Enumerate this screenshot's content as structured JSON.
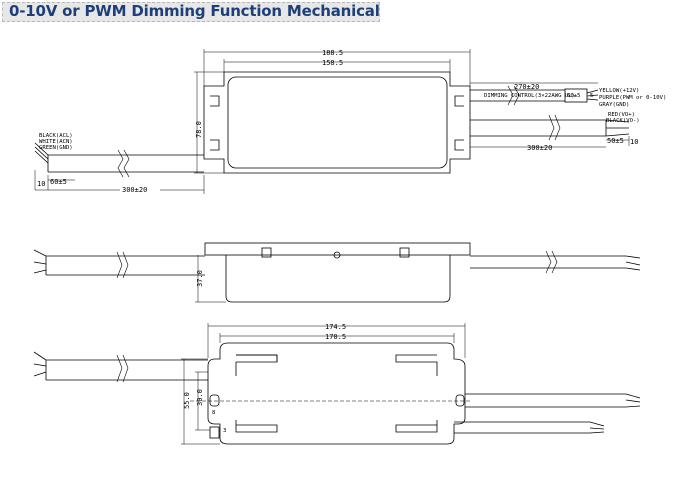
{
  "page": {
    "title": "0-10V or PWM Dimming Function Mechanical"
  },
  "top_view": {
    "dimensions": {
      "overall_length": "188.5",
      "body_length": "158.5",
      "height": "78.0",
      "ac_cable_length": "300±20",
      "ac_strip": "60±5",
      "ac_strip_end": "10",
      "dimming_cable_length": "270±20",
      "dimming_strip": "60±5",
      "dimming_strip_end": "5",
      "dc_cable_length": "300±20",
      "dc_strip": "50±5",
      "dc_strip_end": "10"
    },
    "ac_wires": [
      "BLACK(ACL)",
      "WHITE(ACN)",
      "GREEN(GND)"
    ],
    "dimming_label": "DIMMING CONTROL(3×22AWG UL)",
    "dimming_wires": [
      "YELLOW(+12V)",
      "PURPLE(PWM or 0-10V)",
      "GRAY(GND)"
    ],
    "dc_wires": [
      "RED(VO+)",
      "BLACK(VO-)"
    ]
  },
  "side_view": {
    "dimensions": {
      "height": "37.0"
    }
  },
  "bottom_view": {
    "dimensions": {
      "outer_width": "174.5",
      "inner_width": "170.5",
      "overall_height": "55.0",
      "hole_pitch": "30.0",
      "slot_width": "8",
      "tab_depth": "3"
    }
  },
  "colors": {
    "title": "#1f3f7a",
    "title_bg": "#e7e7e7",
    "line": "#000000"
  }
}
